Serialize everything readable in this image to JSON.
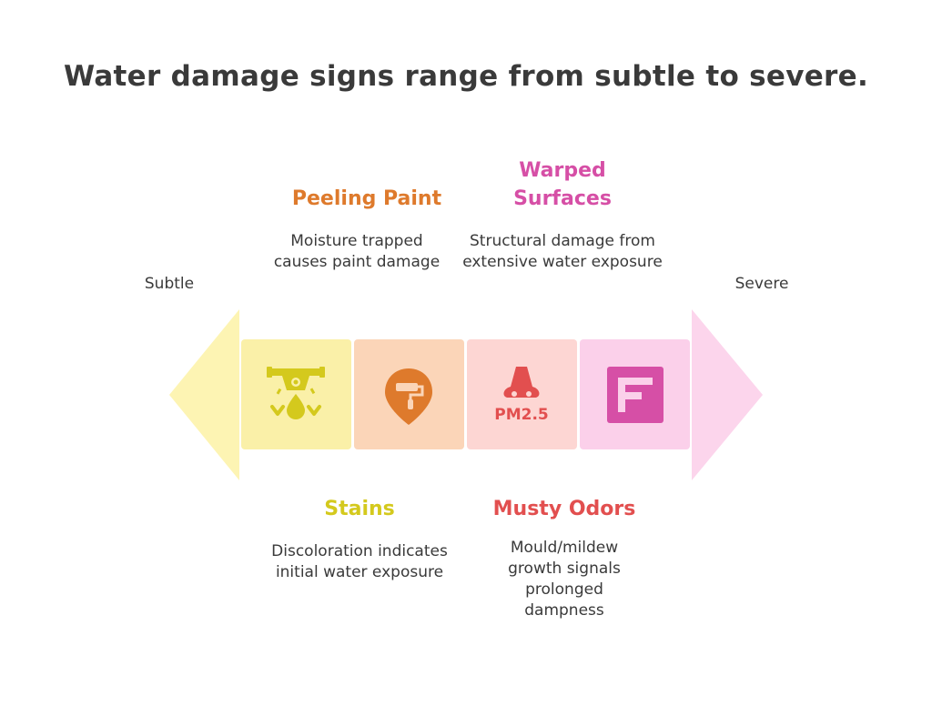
{
  "title": "Water damage signs range from subtle to severe.",
  "scale": {
    "start_label": "Subtle",
    "end_label": "Severe"
  },
  "colors": {
    "left_arrow": "#fdf4b3",
    "right_arrow": "#fcd5ec",
    "stains": "#d4c91d",
    "peeling_paint": "#de7a2c",
    "musty_odors": "#e24f4f",
    "warped_surfaces": "#d64fa6"
  },
  "stages": [
    {
      "heading": "Stains",
      "description": "Discoloration indicates initial water exposure",
      "icon": "water-leak-icon",
      "color": "#d4c91d",
      "tile_color": "#faf0a8"
    },
    {
      "heading": "Peeling Paint",
      "description": "Moisture trapped causes paint damage",
      "icon": "paint-roller-pin-icon",
      "color": "#de7a2c",
      "tile_color": "#fbd5b8"
    },
    {
      "heading": "Musty Odors",
      "description": "Mould/mildew growth signals prolonged dampness",
      "icon": "nose-pm25-icon",
      "icon_text": "PM2.5",
      "color": "#e24f4f",
      "tile_color": "#fdd6d3"
    },
    {
      "heading": "Warped Surfaces",
      "description": "Structural damage from extensive water exposure",
      "icon": "warped-board-icon",
      "color": "#d64fa6",
      "tile_color": "#fbd0ea"
    }
  ]
}
